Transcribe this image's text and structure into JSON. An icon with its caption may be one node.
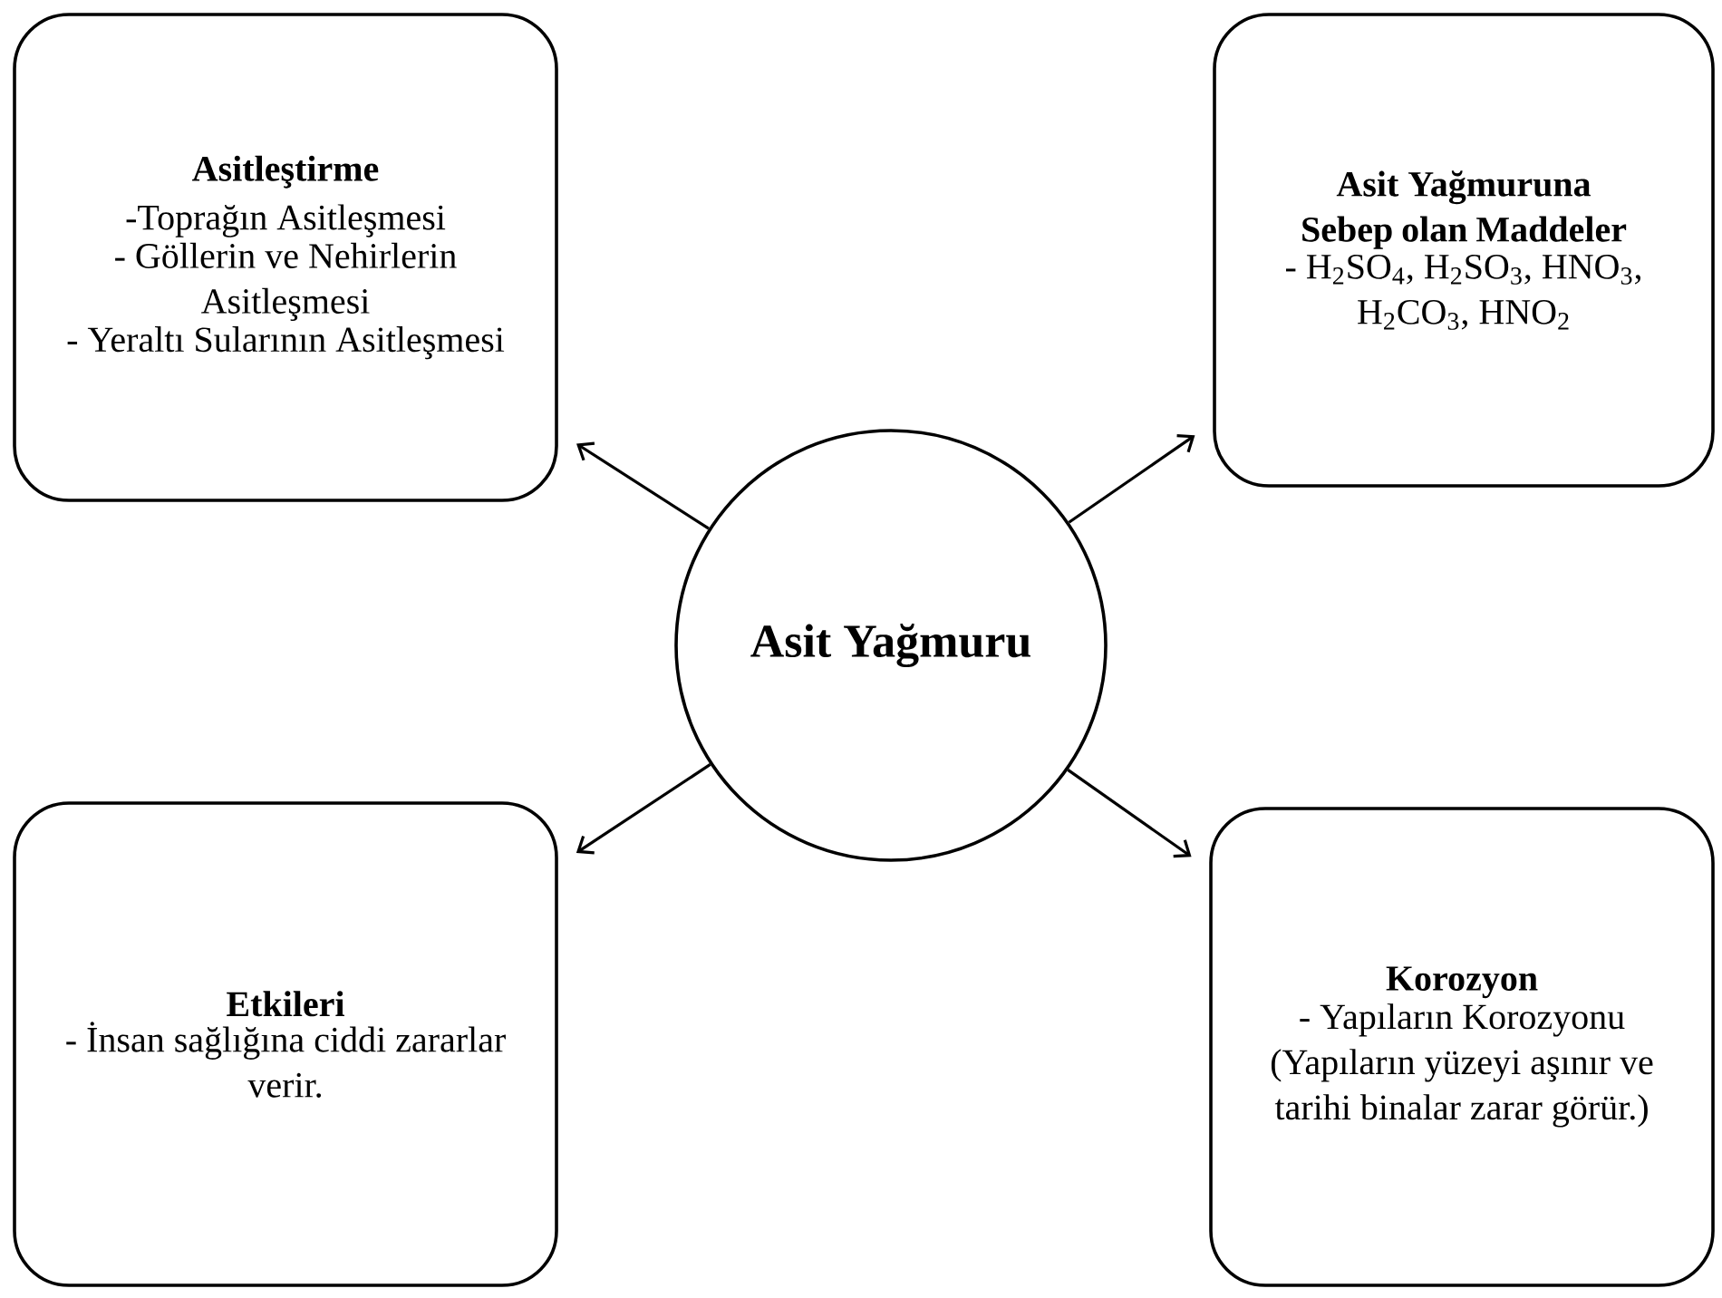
{
  "diagram": {
    "nodes": [
      {
        "text": [
          "Asitleştirme",
          "-Toprağın Asitleşmesi",
          "- Göllerin ve Nehirlerin Asitleşmesi",
          "- Yeraltı Sularının Asitleşmesi"
        ]
      },
      {
        "text": [
          "Asit Yağmuruna Sebep olan Maddeler",
          "- H$_{2}$SO$_{4}$, H$_{2}$SO$_{3}$, HNO$_{3}$, H$_{2}$CO$_{3}$, HNO$_{2}$"
        ]
      },
      {
        "text": [
          "Asit Yağmuru"
        ]
      },
      {
        "text": [
          "Etkileri",
          "- İnsan sağlığına ciddi zararlar verir."
        ]
      },
      {
        "text": [
          "Korozyon",
          "- Yapıların Korozyonu (Yapıların yüzeyi aşınır ve tarihi binalar zarar görür.)"
        ]
      }
    ],
    "edges": [
      {
        "from": 2,
        "to": 0,
        "arrow": "to"
      },
      {
        "from": 2,
        "to": 1,
        "arrow": "to"
      },
      {
        "from": 2,
        "to": 3,
        "arrow": "to"
      },
      {
        "from": 2,
        "to": 4,
        "arrow": "to"
      }
    ]
  }
}
